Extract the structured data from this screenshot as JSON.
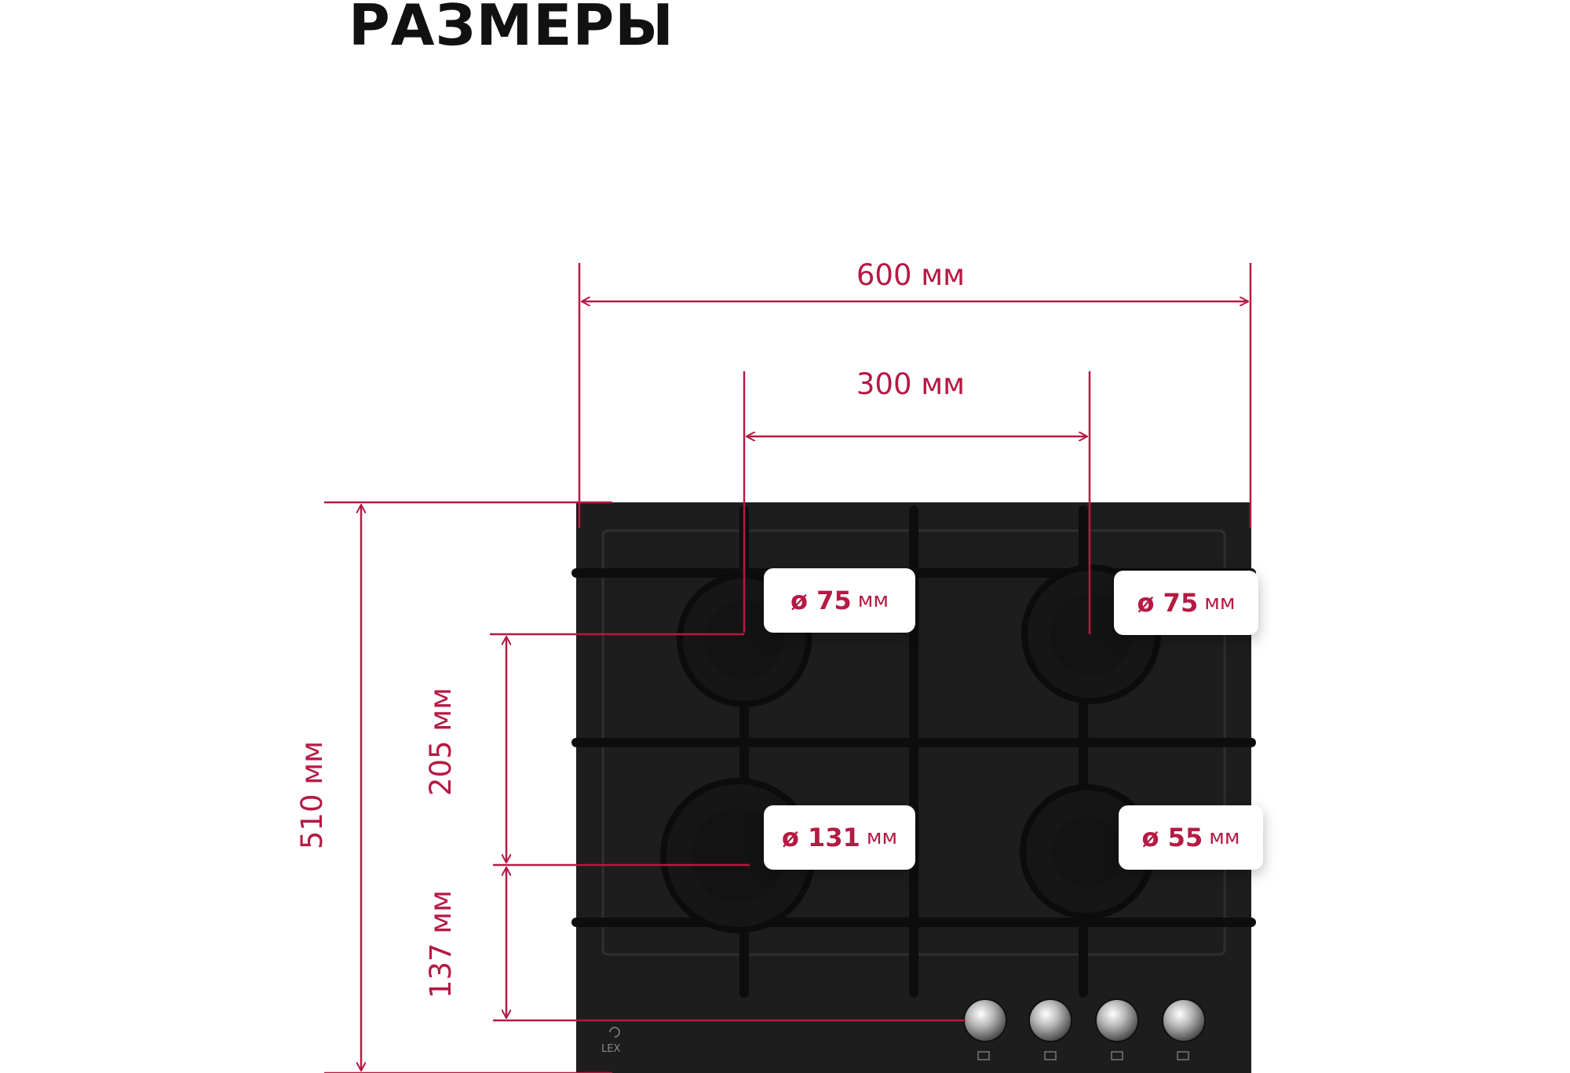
{
  "title": "РАЗМЕРЫ",
  "colors": {
    "accent": "#b51a43",
    "panel": "#1d1d1d",
    "background": "#ffffff"
  },
  "dimensions": {
    "width": "600 мм",
    "burner_spacing": "300 мм",
    "depth": "510 мм",
    "front_burner_offset": "205 мм",
    "knob_offset": "137 мм"
  },
  "burners": [
    {
      "value": "ø 75",
      "unit": "мм"
    },
    {
      "value": "ø 75",
      "unit": "мм"
    },
    {
      "value": "ø 131",
      "unit": "мм"
    },
    {
      "value": "ø 55",
      "unit": "мм"
    }
  ],
  "logo": "LEX"
}
